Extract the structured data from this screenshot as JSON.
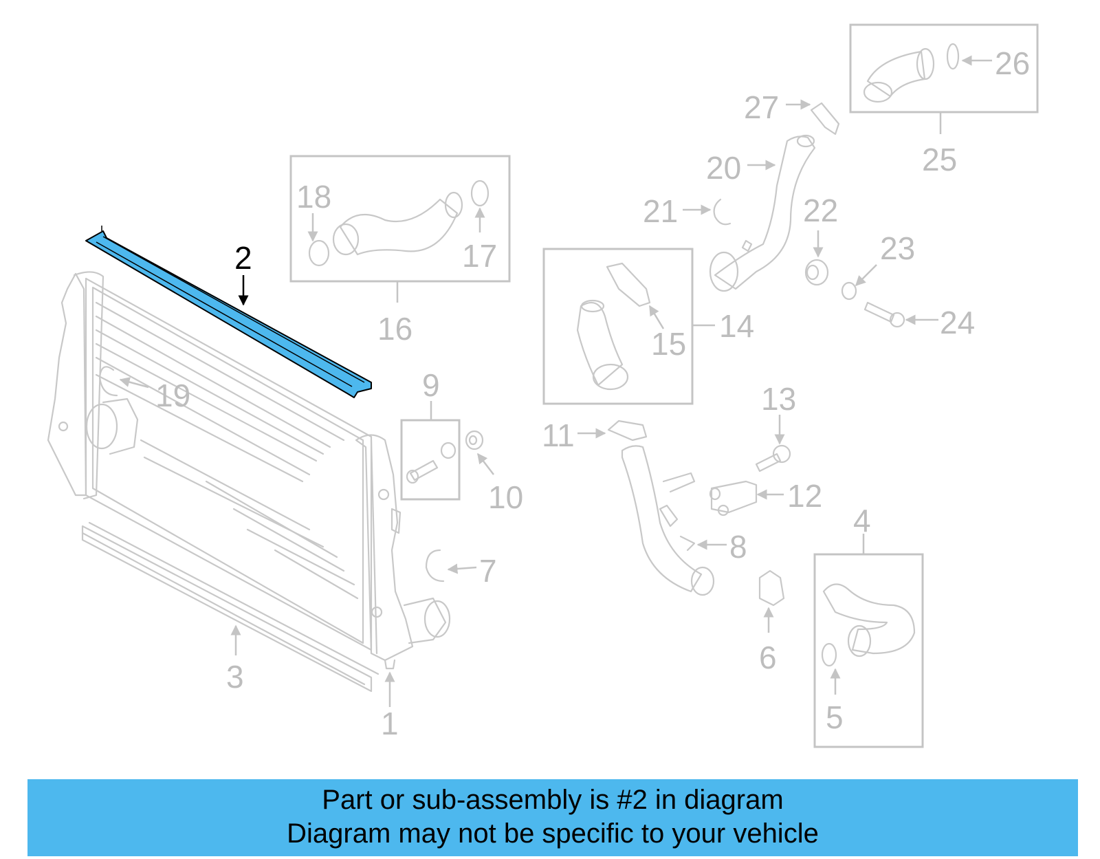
{
  "diagram": {
    "labels": {
      "p1": "1",
      "p2": "2",
      "p3": "3",
      "p4": "4",
      "p5": "5",
      "p6": "6",
      "p7": "7",
      "p8": "8",
      "p9": "9",
      "p10": "10",
      "p11": "11",
      "p12": "12",
      "p13": "13",
      "p14": "14",
      "p15": "15",
      "p16": "16",
      "p17": "17",
      "p18": "18",
      "p19": "19",
      "p20": "20",
      "p21": "21",
      "p22": "22",
      "p23": "23",
      "p24": "24",
      "p25": "25",
      "p26": "26",
      "p27": "27"
    },
    "highlighted_part": "2",
    "highlight_color": "#4db8ee",
    "part_line_color": "#c8c8c8"
  },
  "banner": {
    "line1": "Part or sub-assembly is #2 in diagram",
    "line2": "Diagram may not be specific to your vehicle",
    "color": "#4db8ee"
  }
}
